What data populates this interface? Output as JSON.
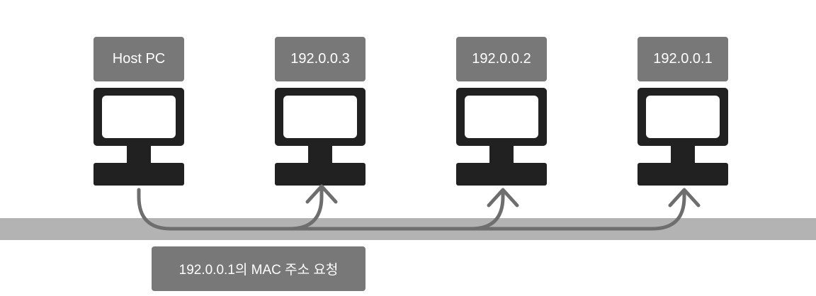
{
  "nodes": [
    {
      "label": "Host PC"
    },
    {
      "label": "192.0.0.3"
    },
    {
      "label": "192.0.0.2"
    },
    {
      "label": "192.0.0.1"
    }
  ],
  "caption": "192.0.0.1의 MAC 주소 요청",
  "colors": {
    "label_box": "#787878",
    "computer": "#212121",
    "bus": "#b3b3b3",
    "arrow": "#6e6e6e"
  }
}
